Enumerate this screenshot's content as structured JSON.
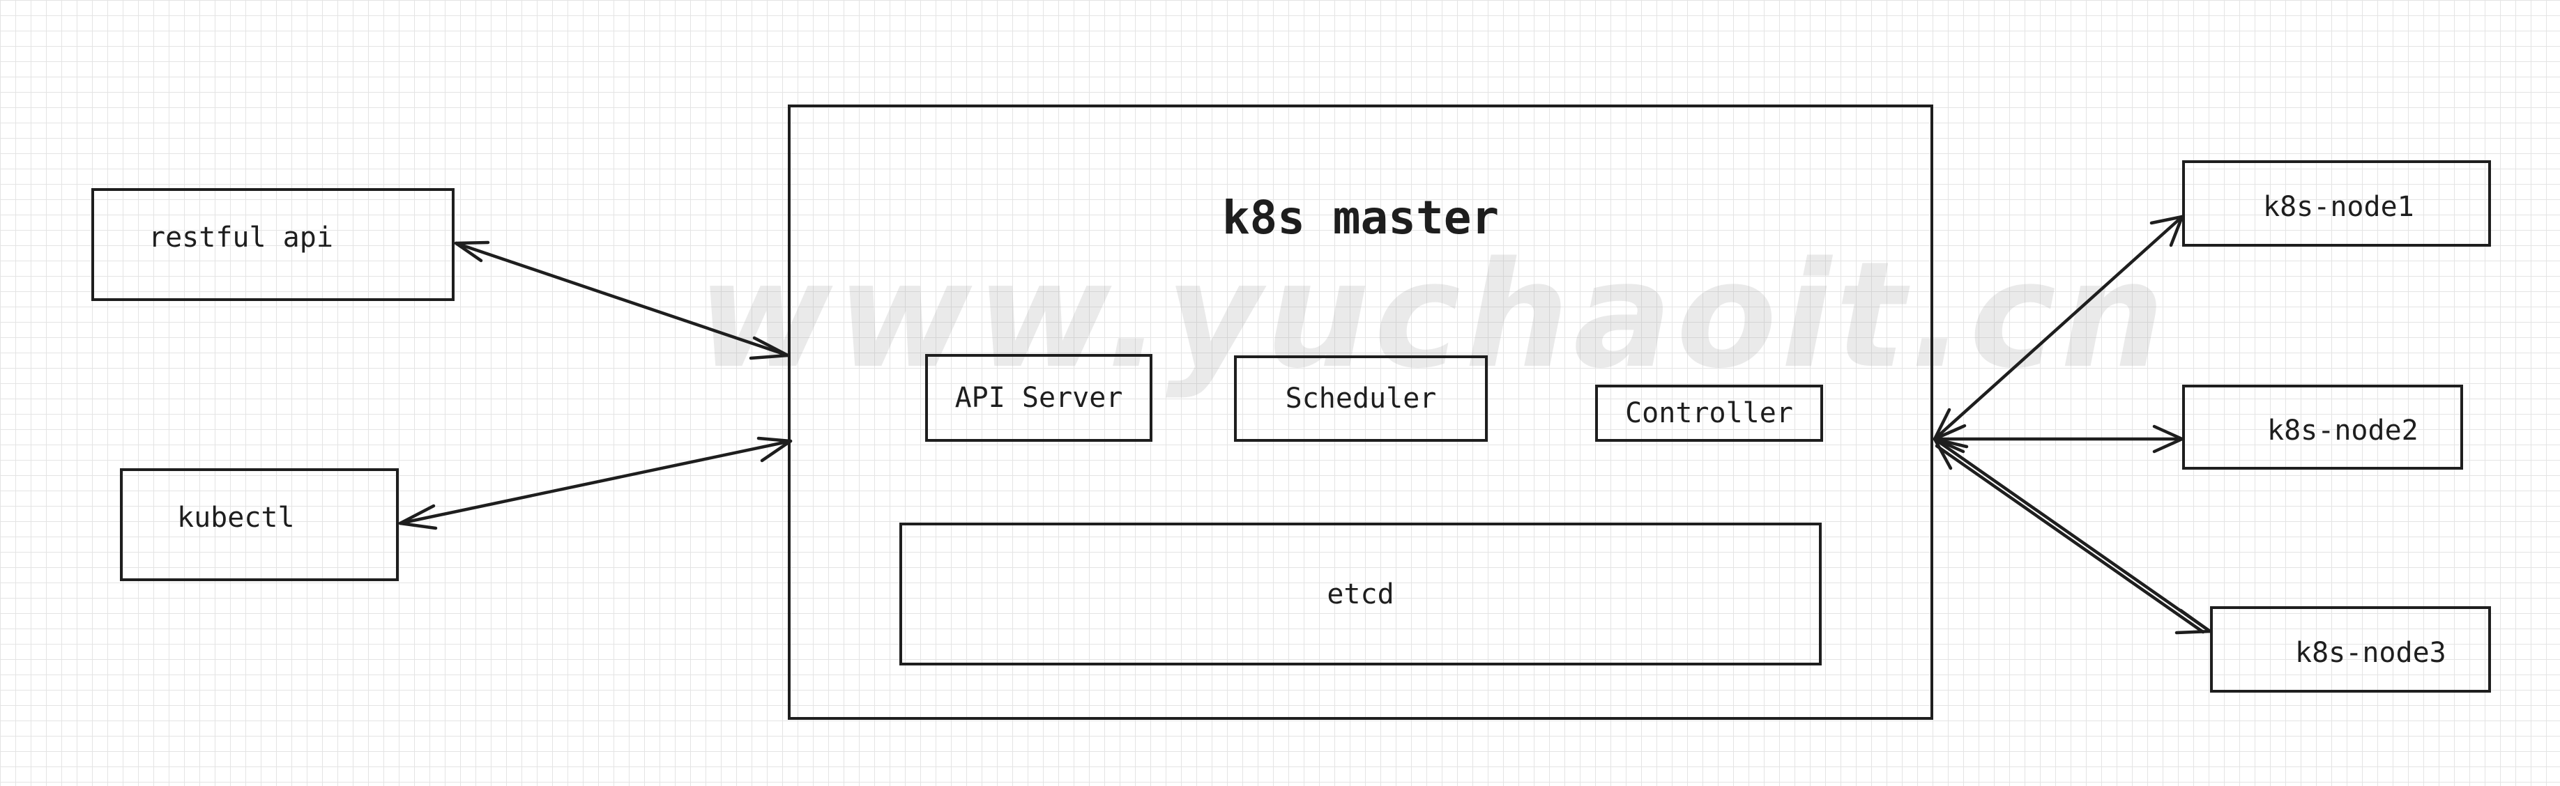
{
  "watermark": "www.yuchaoit.cn",
  "clients": {
    "restful_api": "restful api",
    "kubectl": "kubectl"
  },
  "master": {
    "title": "k8s master",
    "components": {
      "api_server": "API Server",
      "scheduler": "Scheduler",
      "controller": "Controller",
      "etcd": "etcd"
    }
  },
  "nodes": {
    "node1": "k8s-node1",
    "node2": "k8s-node2",
    "node3": "k8s-node3"
  },
  "colors": {
    "stroke": "#1e1e1e",
    "grid": "#e4e4e4",
    "background": "#ffffff"
  }
}
